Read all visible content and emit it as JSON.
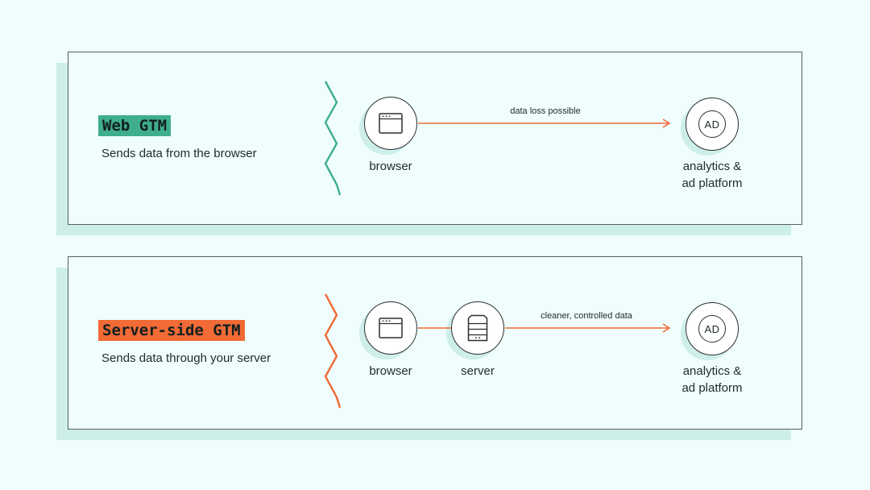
{
  "colors": {
    "background": "#effdfd",
    "panel_shadow": "#cdeee9",
    "web_accent": "#3fae8c",
    "server_accent": "#f26a35",
    "arrow": "#f26a35"
  },
  "web": {
    "title": "Web GTM",
    "subtitle": "Sends data from the browser",
    "browser_label": "browser",
    "edge_label": "data loss possible",
    "platform_label_line1": "analytics &",
    "platform_label_line2": "ad platform",
    "ad_text": "AD"
  },
  "server": {
    "title": "Server-side GTM",
    "subtitle": "Sends data through your server",
    "browser_label": "browser",
    "server_label": "server",
    "edge_label": "cleaner, controlled data",
    "platform_label_line1": "analytics &",
    "platform_label_line2": "ad platform",
    "ad_text": "AD"
  },
  "icons": {
    "browser": "browser-window-icon",
    "server": "server-stack-icon",
    "platform": "ad-badge-icon"
  }
}
